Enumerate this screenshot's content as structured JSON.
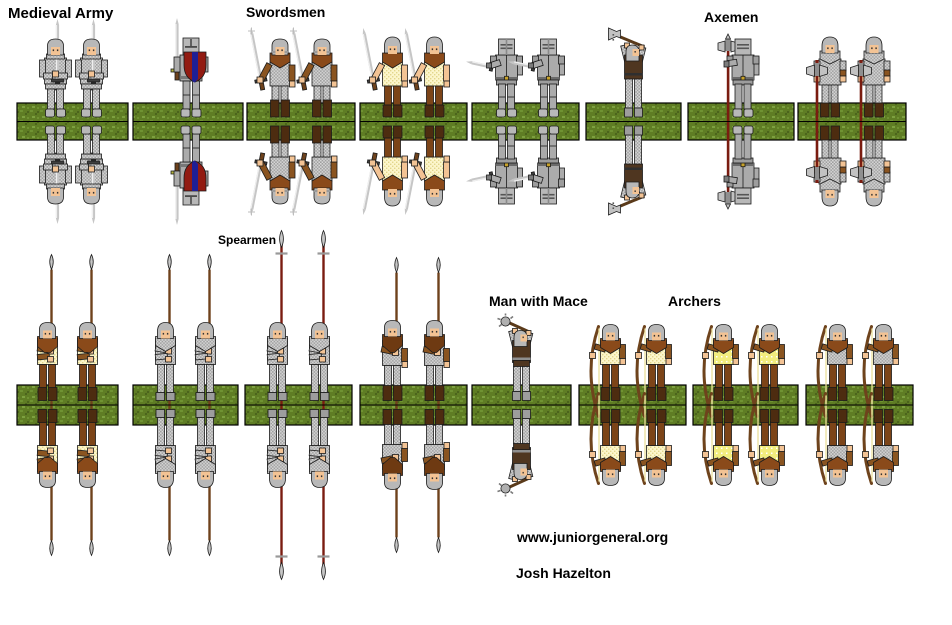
{
  "page_title": "Medieval Army",
  "sections": {
    "army": "Medieval Army",
    "swordsmen": "Swordsmen",
    "axemen": "Axemen",
    "spearmen": "Spearmen",
    "mace": "Man with Mace",
    "archers": "Archers"
  },
  "credits": {
    "website": "www.juniorgeneral.org",
    "author": "Josh Hazelton"
  },
  "stands": [
    {
      "id": "knights-upright-swords",
      "section": "Medieval Army",
      "variant": "knight_sword",
      "count": 2,
      "description": "Knights in chainmail holding upright swords"
    },
    {
      "id": "knight-shield",
      "section": "Medieval Army",
      "variant": "shield_knight",
      "count": 1,
      "description": "Knight with red and blue heater shield and sword"
    },
    {
      "id": "swordsmen-mail",
      "section": "Swordsmen",
      "variant": "swordsman_mail",
      "count": 2,
      "description": "Swordsmen in chainmail with brown coifs"
    },
    {
      "id": "swordsmen-gambeson",
      "section": "Swordsmen",
      "variant": "swordsman_gambeson",
      "count": 2,
      "description": "Swordsmen in pale yellow gambesons"
    },
    {
      "id": "plate-knights",
      "section": "Swordsmen",
      "variant": "plate_knight",
      "count": 2,
      "description": "Knights in full plate with great helms, swords levelled"
    },
    {
      "id": "axeman-raised",
      "section": "Axemen",
      "variant": "axeman_raised",
      "count": 1,
      "description": "Axeman swinging a double axe overhead"
    },
    {
      "id": "poleaxe-knight",
      "section": "Axemen",
      "variant": "poleaxe_knight",
      "count": 1,
      "description": "Plate knight with a long poleaxe"
    },
    {
      "id": "axemen-mail",
      "section": "Axemen",
      "variant": "axeman_mail",
      "count": 2,
      "description": "Axemen in chainmail with long-hafted double axes"
    },
    {
      "id": "spearmen-gambeson",
      "section": "Spearmen",
      "variant": "spearman_gambeson",
      "count": 2,
      "description": "Spearmen in pale yellow gambesons"
    },
    {
      "id": "spearmen-mail",
      "section": "Spearmen",
      "variant": "spearman_mail",
      "count": 2,
      "description": "Spearmen in full chainmail"
    },
    {
      "id": "spearmen-long-pikes",
      "section": "Spearmen",
      "variant": "spearman_mail_long",
      "count": 2,
      "description": "Spearmen in chainmail with extra long spears"
    },
    {
      "id": "spearmen-bearded",
      "section": "Spearmen",
      "variant": "spearman_bearded",
      "count": 2,
      "description": "Bearded spearmen in chainmail with brown sleeves"
    },
    {
      "id": "man-with-mace",
      "section": "Man with Mace",
      "variant": "maceman",
      "count": 1,
      "description": "Man swinging a flanged mace overhead"
    },
    {
      "id": "archers-gambeson",
      "section": "Archers",
      "variant": "archer_gambeson",
      "count": 2,
      "description": "Archers in pale yellow gambesons with longbows"
    },
    {
      "id": "archers-bright",
      "section": "Archers",
      "variant": "archer_bright",
      "count": 2,
      "description": "Archers in bright yellow dotted gambesons with longbows"
    },
    {
      "id": "archers-mail",
      "section": "Archers",
      "variant": "archer_mail",
      "count": 2,
      "description": "Archers in chainmail with longbows"
    }
  ],
  "palette": {
    "outline": "#1b1b1b",
    "skin": "#f3c394",
    "helmet_grey": "#b8b8b8",
    "plate_grey": "#ababab",
    "plate_dark": "#9d9d9d",
    "mail_light": "#d7d7d7",
    "mail_dark": "#9f9f9f",
    "coif_brown": "#8a4a1a",
    "beard_brown": "#6e3a12",
    "sleeve_brown": "#8a5420",
    "trouser_brown": "#7c4418",
    "boot_brown": "#4d2c10",
    "tunic_dark_brown": "#4f3620",
    "gambeson_pale": "#fcf6cc",
    "gambeson_pattern": "#e2d68c",
    "gambeson_bright": "#f2ed7e",
    "blade_grey": "#c6c6c6",
    "blade_highlight": "#efefef",
    "hilt_dark": "#3f3f3f",
    "guard_yellow": "#b5b53c",
    "shaft_brown": "#6e421c",
    "shaft_dark_red": "#7a1c10",
    "bow_brown": "#6e431c",
    "bowstring": "#ece09b",
    "shield_red": "#921b12",
    "shield_blue": "#1f1f94",
    "belt_gold": "#c8a22a",
    "grass_green": "#5f7d24",
    "grass_light": "#6f9232",
    "grass_lighter": "#7da040",
    "grass_dark": "#4b641c"
  }
}
